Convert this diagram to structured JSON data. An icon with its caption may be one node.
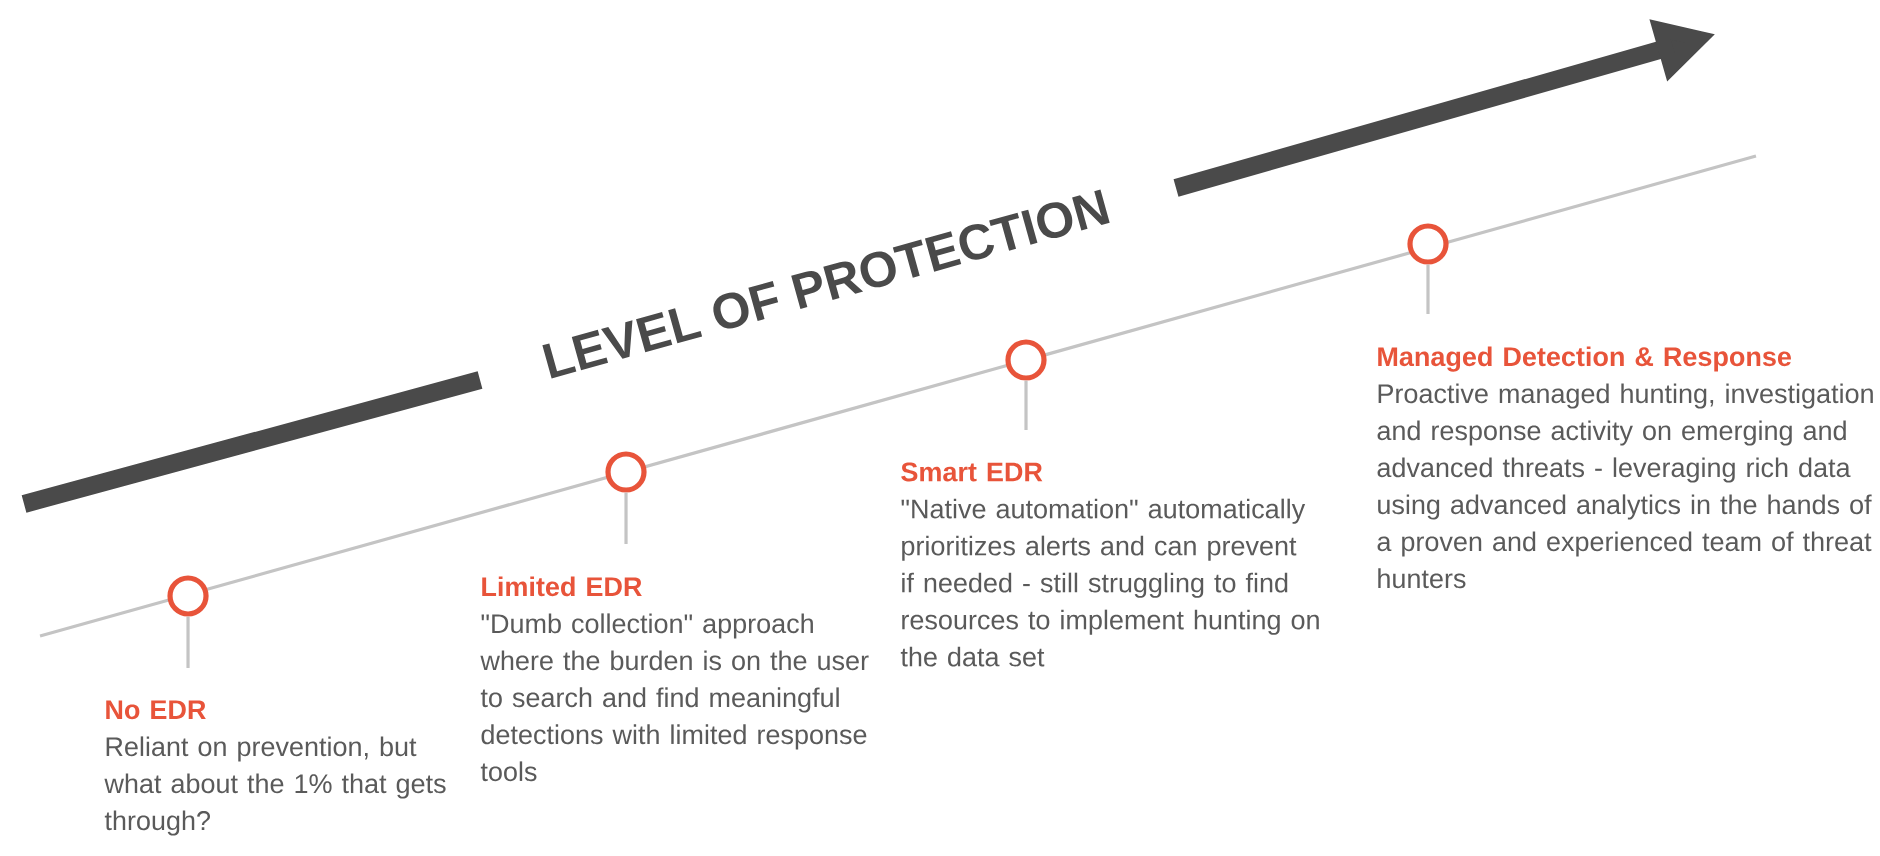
{
  "diagram": {
    "nodes": [
      {
        "text": [],
        "shape": "circle"
      },
      {
        "text": [],
        "shape": "circle"
      },
      {
        "text": [],
        "shape": "circle"
      },
      {
        "text": [],
        "shape": "circle"
      },
      {
        "text": [
          "No EDR",
          "Reliant on prevention, but what about the 1% that gets through?"
        ]
      },
      {
        "text": [
          "Limited EDR",
          "\"Dumb collection\" approach where the burden is on the user to search and find meaningful detections with limited response tools"
        ]
      },
      {
        "text": [
          "Smart EDR",
          "\"Native automation\" automatically prioritizes alerts and can prevent if needed - still struggling to find resources to implement hunting on the data set"
        ]
      },
      {
        "text": [
          "Managed Detection & Response",
          "Proactive managed hunting, investigation and response activity on emerging and advanced threats - leveraging rich data using advanced analytics in the hands of a proven and experienced team of threat hunters"
        ]
      }
    ],
    "edges": [
      {
        "from": 0,
        "to": 4,
        "arrow": "none"
      },
      {
        "from": 1,
        "to": 5,
        "arrow": "none"
      },
      {
        "from": 2,
        "to": 6,
        "arrow": "none"
      },
      {
        "from": 3,
        "to": 7,
        "arrow": "none"
      }
    ],
    "labels": [
      "LEVEL OF PROTECTION"
    ]
  }
}
